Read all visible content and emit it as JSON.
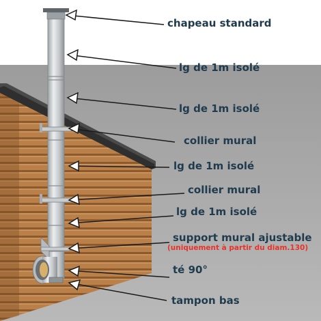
{
  "labels": {
    "chapeau": "chapeau standard",
    "lg1": "lg de 1m isolé",
    "lg2": "lg de 1m isolé",
    "collier1": "collier mural",
    "lg3": "lg de 1m isolé",
    "collier2": "collier mural",
    "lg4": "lg de 1m isolé",
    "support": "support mural ajustable",
    "support_note": "(uniquement à partir du diam.130)",
    "te": "té 90°",
    "tampon": "tampon bas"
  },
  "colors": {
    "label_text": "#1f3b4d",
    "note_text": "#e8332a",
    "sky": "#ffffff",
    "ground": "#9a9a9a",
    "siding": "#b57a45",
    "roof": "#4b4b4b",
    "pipe": "#cfd2d4"
  }
}
